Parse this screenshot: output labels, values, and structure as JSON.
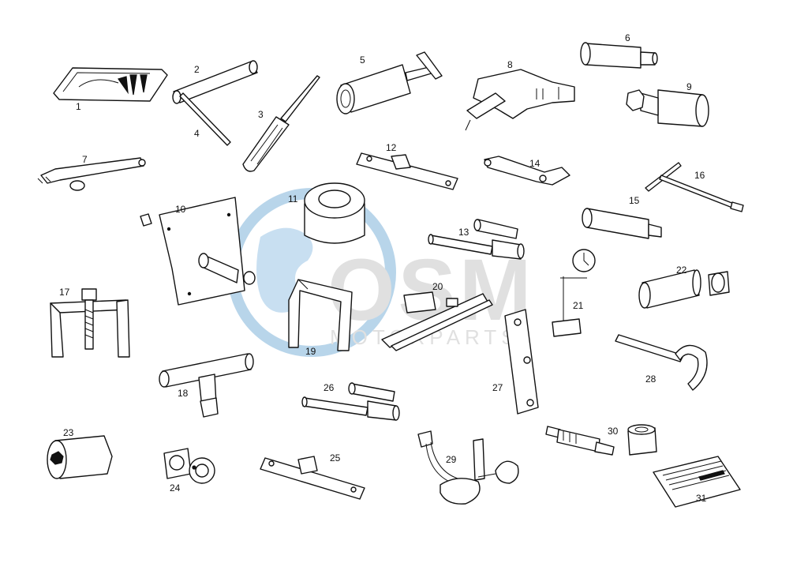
{
  "watermark": {
    "logo_text": "OSM",
    "sub_text": "MOTORPARTS",
    "globe_color": "#7fb3d9",
    "letter_color": "#c8c8c8"
  },
  "parts": [
    {
      "id": "1",
      "label": "1"
    },
    {
      "id": "2",
      "label": "2"
    },
    {
      "id": "3",
      "label": "3"
    },
    {
      "id": "4",
      "label": "4"
    },
    {
      "id": "5",
      "label": "5"
    },
    {
      "id": "6",
      "label": "6"
    },
    {
      "id": "7",
      "label": "7"
    },
    {
      "id": "8",
      "label": "8"
    },
    {
      "id": "9",
      "label": "9"
    },
    {
      "id": "10",
      "label": "10"
    },
    {
      "id": "11",
      "label": "11"
    },
    {
      "id": "12",
      "label": "12"
    },
    {
      "id": "13",
      "label": "13"
    },
    {
      "id": "14",
      "label": "14"
    },
    {
      "id": "15",
      "label": "15"
    },
    {
      "id": "16",
      "label": "16"
    },
    {
      "id": "17",
      "label": "17"
    },
    {
      "id": "18",
      "label": "18"
    },
    {
      "id": "19",
      "label": "19"
    },
    {
      "id": "20",
      "label": "20"
    },
    {
      "id": "21",
      "label": "21"
    },
    {
      "id": "22",
      "label": "22"
    },
    {
      "id": "23",
      "label": "23"
    },
    {
      "id": "24",
      "label": "24"
    },
    {
      "id": "25",
      "label": "25"
    },
    {
      "id": "26",
      "label": "26"
    },
    {
      "id": "27",
      "label": "27"
    },
    {
      "id": "28",
      "label": "28"
    },
    {
      "id": "29",
      "label": "29"
    },
    {
      "id": "30",
      "label": "30"
    },
    {
      "id": "31",
      "label": "31"
    }
  ]
}
